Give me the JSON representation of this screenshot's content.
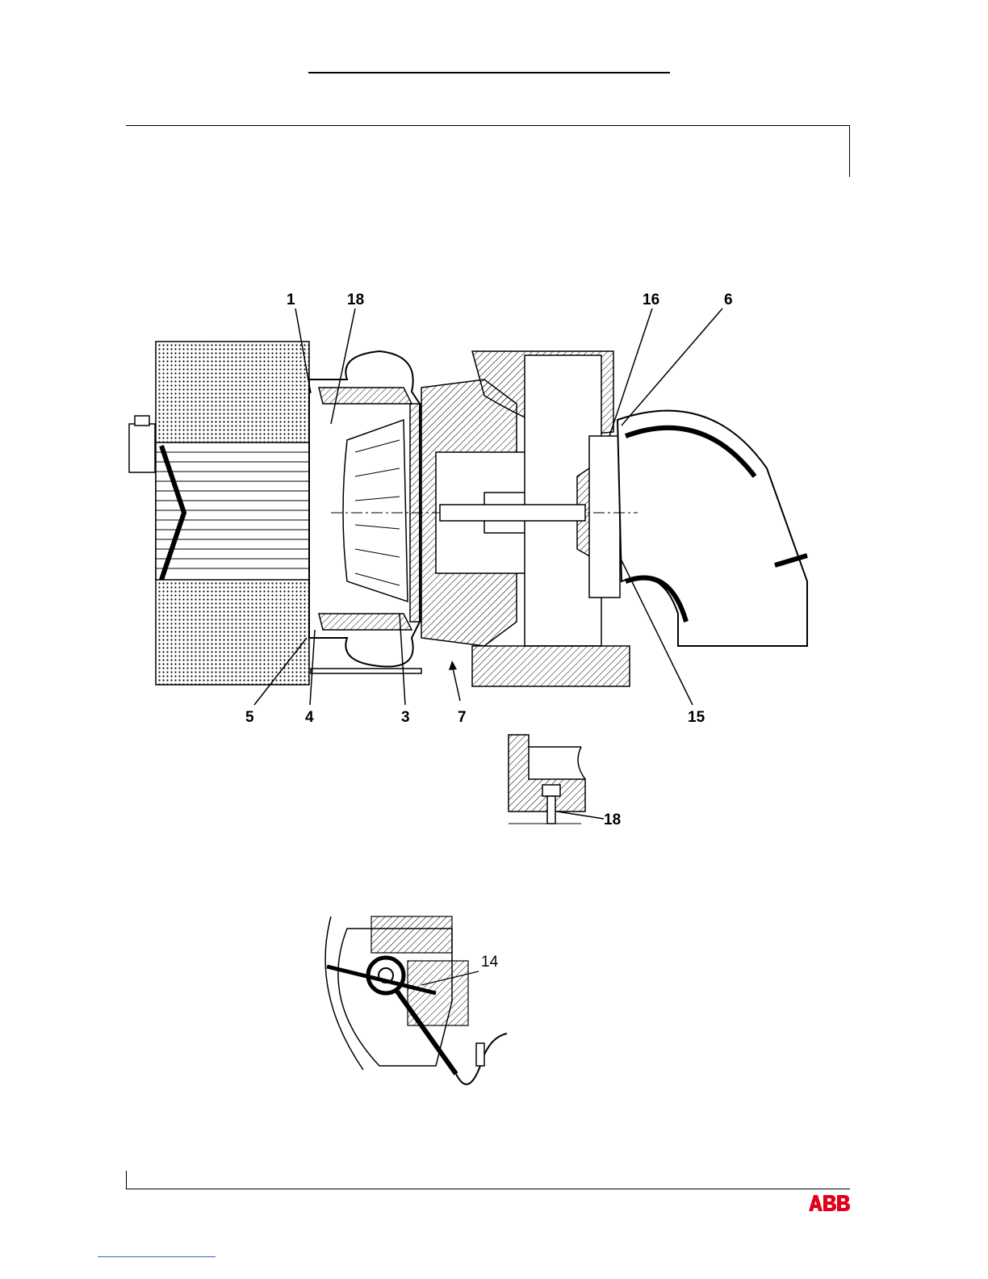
{
  "main_figure": {
    "callouts_top": [
      "1",
      "18",
      "16",
      "6"
    ],
    "callouts_bottom": [
      "5",
      "4",
      "3",
      "7",
      "15"
    ]
  },
  "detail_figure": {
    "callout": "18"
  },
  "photo_figure": {
    "callout": "14"
  },
  "footer": {
    "logo_text": "ABB",
    "logo_color": "#e2001a"
  },
  "icons": [
    "turbocharger-section-drawing",
    "bolt-detail-drawing",
    "sensor-installation-drawing",
    "abb-logo"
  ]
}
